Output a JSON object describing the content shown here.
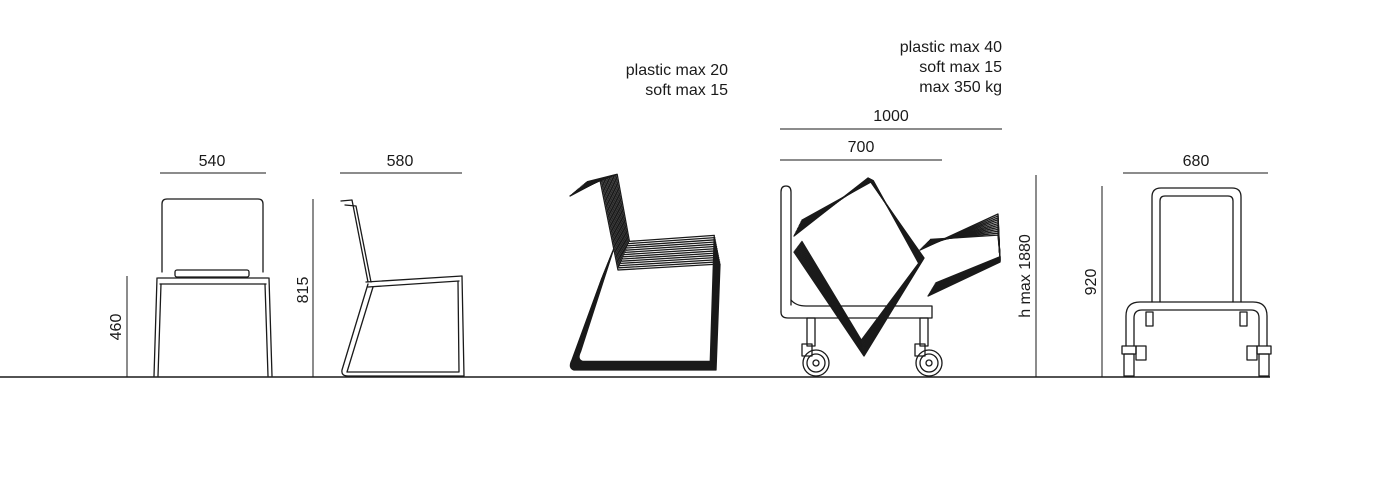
{
  "colors": {
    "ink": "#1a1a1a",
    "background": "#ffffff"
  },
  "front_view": {
    "width_label": "540",
    "seat_height_label": "460"
  },
  "side_view": {
    "depth_label": "580",
    "height_label": "815"
  },
  "stack": {
    "capacity_line1": "plastic max 20",
    "capacity_line2": "soft max 15"
  },
  "trolley_side": {
    "capacity_line1": "plastic max 40",
    "capacity_line2": "soft max 15",
    "capacity_line3": "max 350 kg",
    "overall_length_label": "1000",
    "inner_length_label": "700",
    "max_height_label": "h max 1880"
  },
  "trolley_front": {
    "width_label": "680",
    "height_label": "920"
  }
}
